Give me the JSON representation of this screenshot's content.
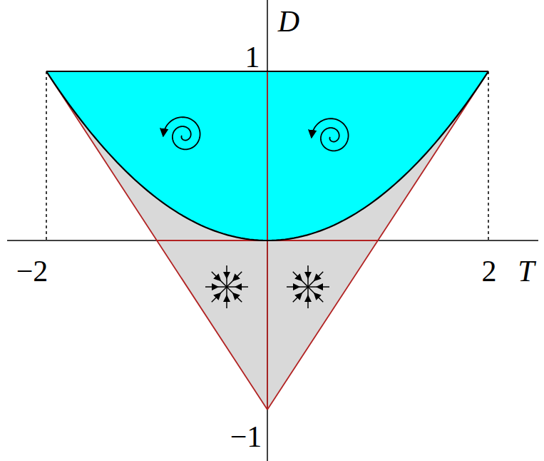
{
  "diagram": {
    "labels": [
      "D",
      "1",
      "−2",
      "2",
      "T",
      "−1"
    ]
  }
}
